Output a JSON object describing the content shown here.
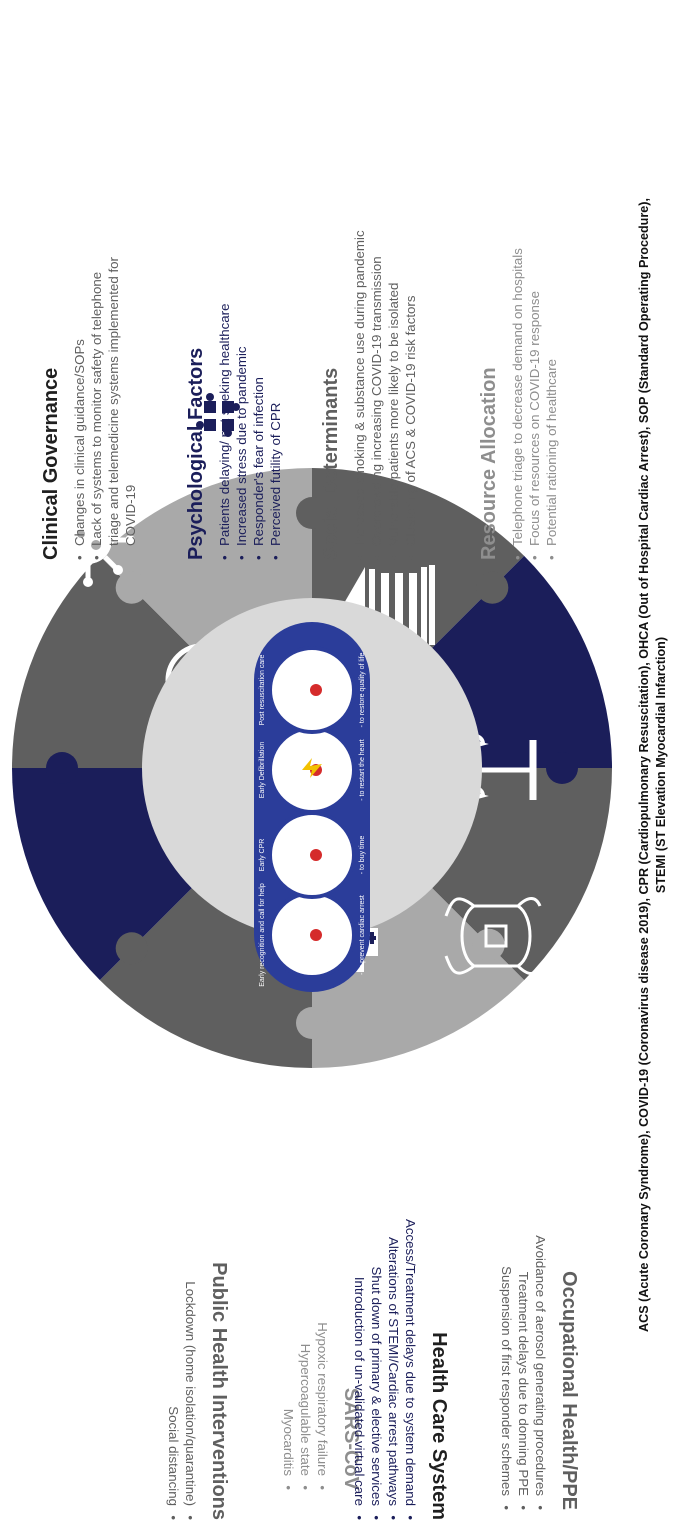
{
  "segments": {
    "clinical_governance": {
      "title": "Clinical Governance",
      "items": [
        "Changes in clinical guidance/SOPs",
        "Lack of systems to monitor safety of telephone",
        "triage and telemedicine systems implemented for",
        "COVID-19"
      ],
      "color": "#1f1f1f"
    },
    "psychological_factors": {
      "title": "Psychological Factors",
      "items": [
        "Patients delaying/ not seeking healthcare",
        "Increased stress due to pandemic",
        "Responder's fear of infection",
        "Perceived futility of CPR"
      ],
      "color": "#1b1e5a"
    },
    "social_determinants": {
      "title": "Social Determinants",
      "items": [
        "Increased smoking & substance use during pandemic",
        "Overcrowding increasing COVID-19 transmission",
        "Vulnerable patients more likely to be isolated",
        "Clustering of ACS & COVID-19 risk factors"
      ],
      "color": "#5f5f5f"
    },
    "resource_allocation": {
      "title": "Resource Allocation",
      "items": [
        "Telephone triage to decrease demand on hospitals",
        "Focus of resources on COVID-19 response",
        "Potential rationing of healthcare"
      ],
      "color": "#8e8e8e"
    },
    "sars_cov": {
      "title": "SARS-CoV",
      "items": [
        "Hypoxic respiratory failure",
        "Hypercoagulable state",
        "Myocarditis"
      ],
      "color": "#8e8e8e"
    },
    "public_health": {
      "title": "Public Health Interventions",
      "items": [
        "Lockdown (home isolation/quarantine)",
        "Social distancing"
      ],
      "color": "#5f5f5f"
    },
    "health_care_system": {
      "title": "Health Care System",
      "items": [
        "Access/Treatment delays due to system demand",
        "Alterations of STEMI/Cardiac arrest pathways",
        "Shut down of primary & elective services",
        "Introduction of un-validated virtual care"
      ],
      "color": "#1b1e5a"
    },
    "occupational_health": {
      "title": "Occupational Health/PPE",
      "items": [
        "Avoidance of aerosol generating procedures",
        "Treatment delays due to donning PPE",
        "Suspension of first responder schemes"
      ],
      "color": "#5f5f5f"
    }
  },
  "chain_of_survival": {
    "link1_label": "Early recognition and call for help",
    "link1_sub": "- to prevent cardiac arrest",
    "link2_label": "Early CPR",
    "link2_sub": "- to buy time",
    "link3_label": "Early Defibrillation",
    "link3_sub": "- to restart the heart",
    "link4_label": "Post resuscitation care",
    "link4_sub": "- to restore quality of life"
  },
  "footer": {
    "line1": "ACS (Acute Coronary Syndrome), COVID-19 (Coronavirus disease 2019), CPR (Cardiopulmonary Resuscitation), OHCA (Out of Hospital Cardiac Arrest), SOP (Standard Operating Procedure),",
    "line2": "STEMI (ST Elevation Myocardial Infarction)"
  },
  "colors": {
    "navy": "#1b1e5a",
    "dark_gray": "#5f5f5f",
    "light_gray": "#a9a9a9",
    "center": "#d9d9d9"
  },
  "icons": [
    "petri-dish-icon",
    "virus-icon",
    "people-icon",
    "head-puzzle-icon",
    "bank-icon",
    "scales-icon",
    "face-mask-icon",
    "hospital-icon"
  ]
}
